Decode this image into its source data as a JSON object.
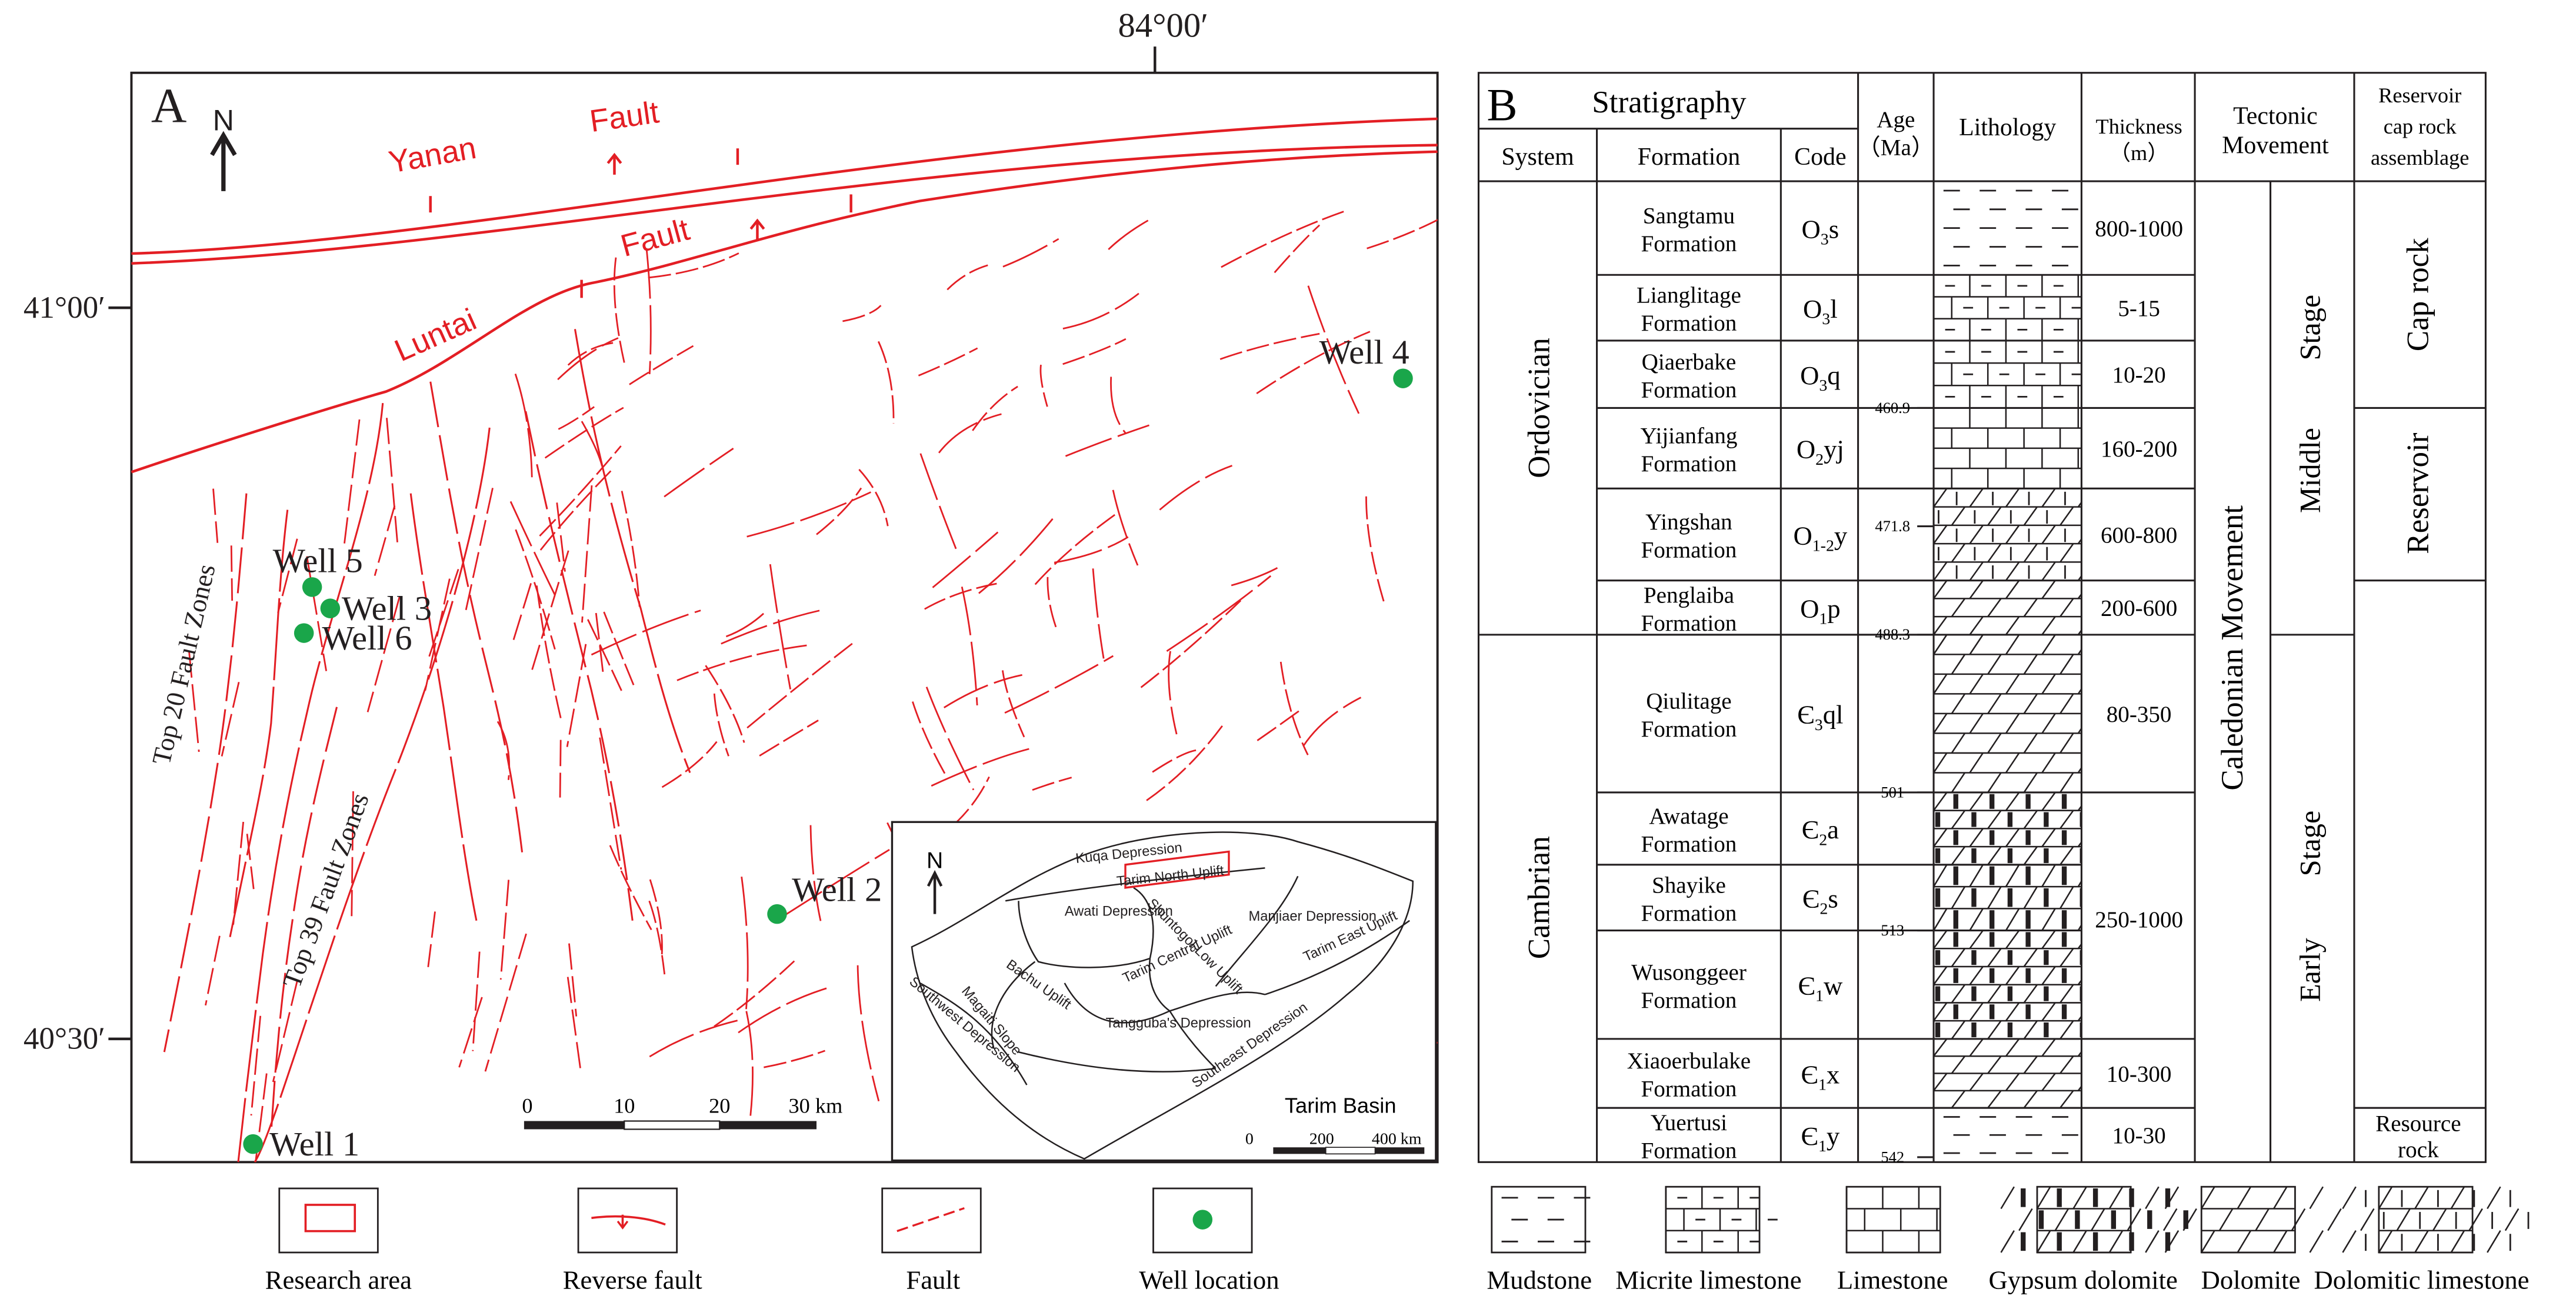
{
  "panel_a": {
    "letter": "A",
    "north": "N",
    "lon_label": "84°00′",
    "lat_top": "41°00′",
    "lat_bottom": "40°30′",
    "yanan": "Yanan",
    "fault_upper": "Fault",
    "luntai": "Luntai",
    "fault_lower": "Fault",
    "zone_20": "Top 20 Fault Zones",
    "zone_39": "Top 39 Fault Zones",
    "wells": [
      "Well 1",
      "Well 2",
      "Well 3",
      "Well 4",
      "Well 5",
      "Well 6"
    ],
    "scale": {
      "ticks": [
        "0",
        "10",
        "20",
        "30 km"
      ]
    },
    "colors": {
      "fault": "#e31e24",
      "well": "#1aa64a",
      "ink": "#231f20"
    }
  },
  "inset": {
    "north": "N",
    "title": "Tarim Basin",
    "units": [
      "Kuqa Depression",
      "Tarim North Uplift",
      "Awati Depression",
      "Shuntogol Low Uplift",
      "Manjiaer Depression",
      "Tarim East Uplift",
      "Bachu Uplift",
      "Tarim Central Uplift",
      "Magaiti Slope",
      "Southwest Depression",
      "Tangguba's Depression",
      "Southeast Depression"
    ],
    "scale": [
      "0",
      "200",
      "400 km"
    ]
  },
  "legend_a": [
    "Research area",
    "Reverse fault",
    "Fault",
    "Well location"
  ],
  "panel_b": {
    "letter": "B",
    "headers": {
      "stratigraphy": "Stratigraphy",
      "system": "System",
      "formation": "Formation",
      "code": "Code",
      "age": [
        "Age",
        "（Ma）"
      ],
      "lithology": "Lithology",
      "thickness": [
        "Thickness",
        "（m）"
      ],
      "tectonic": [
        "Tectonic",
        "Movement"
      ],
      "reservoir": [
        "Reservoir",
        "cap rock",
        "assemblage"
      ]
    },
    "systems": [
      "Ordovician",
      "Cambrian"
    ],
    "rows": [
      {
        "formation": [
          "Sangtamu",
          "Formation"
        ],
        "code": [
          "O",
          "3",
          "s"
        ],
        "thickness": "800-1000",
        "litho": "mudstone"
      },
      {
        "formation": [
          "Lianglitage",
          "Formation"
        ],
        "code": [
          "O",
          "3",
          "l"
        ],
        "thickness": "5-15",
        "litho": "micrite"
      },
      {
        "formation": [
          "Qiaerbake",
          "Formation"
        ],
        "code": [
          "O",
          "3",
          "q"
        ],
        "thickness": "10-20",
        "litho": "micrite"
      },
      {
        "formation": [
          "Yijianfang",
          "Formation"
        ],
        "code": [
          "O",
          "2",
          "yj"
        ],
        "thickness": "160-200",
        "litho": "limestone"
      },
      {
        "formation": [
          "Yingshan",
          "Formation"
        ],
        "code": [
          "O",
          "1-2",
          "y"
        ],
        "thickness": "600-800",
        "litho": "dolomitic"
      },
      {
        "formation": [
          "Penglaiba",
          "Formation"
        ],
        "code": [
          "O",
          "1",
          "p"
        ],
        "thickness": "200-600",
        "litho": "dolomite"
      },
      {
        "formation": [
          "Qiulitage",
          "Formation"
        ],
        "code": [
          "Є",
          "3",
          "ql"
        ],
        "thickness": "80-350",
        "litho": "dolomite"
      },
      {
        "formation": [
          "Awatage",
          "Formation"
        ],
        "code": [
          "Є",
          "2",
          "a"
        ],
        "thickness": "",
        "litho": "gypsum"
      },
      {
        "formation": [
          "Shayike",
          "Formation"
        ],
        "code": [
          "Є",
          "2",
          "s"
        ],
        "thickness": "",
        "litho": "gypsum"
      },
      {
        "formation": [
          "Wusonggeer",
          "Formation"
        ],
        "code": [
          "Є",
          "1",
          "w"
        ],
        "thickness": "",
        "litho": "gypsum"
      },
      {
        "formation": [
          "Xiaoerbulake",
          "Formation"
        ],
        "code": [
          "Є",
          "1",
          "x"
        ],
        "thickness": "10-300",
        "litho": "dolomite"
      },
      {
        "formation": [
          "Yuertusi",
          "Formation"
        ],
        "code": [
          "Є",
          "1",
          "y"
        ],
        "thickness": "10-30",
        "litho": "mudstone"
      }
    ],
    "merged_thickness": "250-1000",
    "ages": [
      "460.9",
      "471.8",
      "488.3",
      "501",
      "513",
      "542"
    ],
    "tectonic_main": "Caledonian Movement",
    "stage_middle": [
      "Middle",
      "Stage"
    ],
    "stage_early": [
      "Early",
      "Stage"
    ],
    "assemblage": [
      "Cap rock",
      "Reservoir",
      "Resource",
      "rock"
    ]
  },
  "legend_b": [
    "Mudstone",
    "Micrite  limestone",
    "Limestone",
    "Gypsum  dolomite",
    "Dolomite",
    "Dolomitic  limestone"
  ]
}
